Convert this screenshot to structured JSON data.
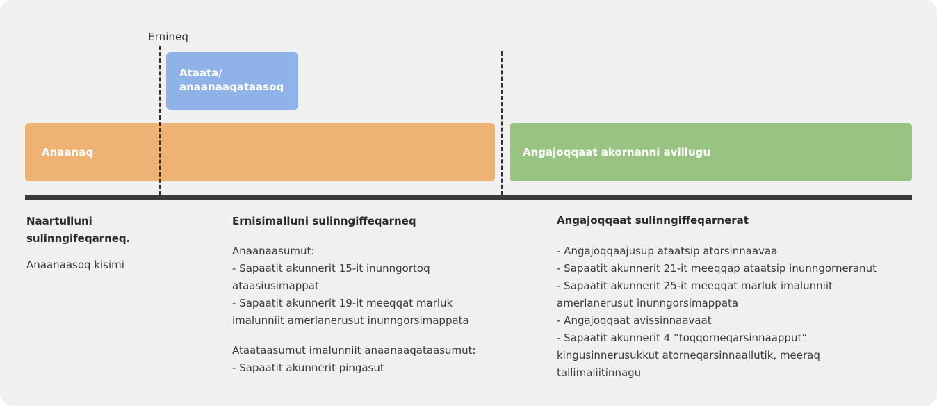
{
  "timeline": {
    "birth_label": "Ernineq",
    "parent_box_line1": "Ataata/",
    "parent_box_line2": "anaanaaqataasoq",
    "bar_orange_label": "Anaanaq",
    "bar_green_label": "Angajoqqaat akornanni avillugu"
  },
  "columns": {
    "col1": {
      "title_line1": "Naartulluni",
      "title_line2": "sulinngifeqarneq.",
      "text": "Anaanaasoq kisimi"
    },
    "col2": {
      "title": "Ernisimalluni sulinngiffeqarneq",
      "list1": [
        "Anaanaasumut:",
        "- Sapaatit akunnerit 15-it inunngortoq",
        "ataasiusimappat",
        "- Sapaatit akunnerit 19-it meeqqat marluk",
        "imalunniit amerlanerusut inunngorsimappata"
      ],
      "list2": [
        "Ataataasumut imalunniit anaanaaqataasumut:",
        "- Sapaatit akunnerit pingasut"
      ]
    },
    "col3": {
      "title": "Angajoqqaat sulinngiffeqarnerat",
      "list": [
        "- Angajoqqaajusup ataatsip atorsinnaavaa",
        "- Sapaatit akunnerit 21-it meeqqap ataatsip inunngorneranut",
        "- Sapaatit akunnerit 25-it meeqqat marluk imalunniit",
        "amerlanerusut inunngorsimappata",
        "- Angajoqqaat avissinnaavaat",
        "- Sapaatit akunnerit 4 ”toqqorneqarsinnaapput”",
        "kingusinnerusukkut atorneqarsinnaallutik, meeraq",
        "tallimaliitinnagu"
      ]
    }
  },
  "colors": {
    "orange": "#edb274",
    "green": "#98c383",
    "blue": "#8fb2e8",
    "axis": "#3a3a3a"
  }
}
